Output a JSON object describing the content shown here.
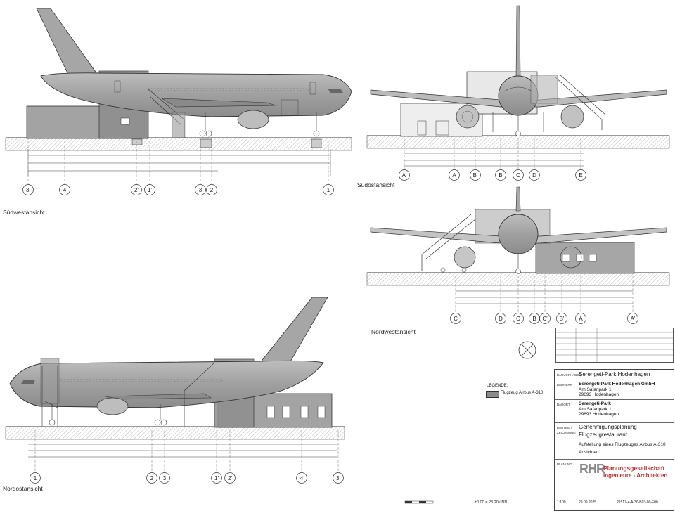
{
  "views": {
    "sw": "Südwestansicht",
    "so": "Südostansicht",
    "nw": "Nordwestansicht",
    "no": "Nordostansicht"
  },
  "legend": {
    "title": "LEGENDE:",
    "item": "Flugzeug Airbus A-310",
    "color": "#8b8b8b"
  },
  "axes": {
    "sw": [
      "3'",
      "4",
      "2'",
      "1'",
      "3",
      "2",
      "1"
    ],
    "so": [
      "A'",
      "A",
      "B'",
      "B",
      "C",
      "D",
      "E"
    ],
    "nw": [
      "C",
      "D",
      "C",
      "B",
      "C'",
      "B'",
      "A",
      "A'"
    ],
    "no": [
      "1",
      "2",
      "3",
      "1'",
      "2'",
      "4",
      "3'"
    ]
  },
  "title_block": {
    "bauvorhaben_key": "BAUVORHABEN",
    "bauvorhaben": "Serengeti-Park Hodenhagen",
    "bauherr_key": "BAUHERR",
    "bauherr_name": "Serengeti-Park Hodenhagen GmbH",
    "bauherr_street": "Am Safaripark 1",
    "bauherr_city": "29693 Hodenhagen",
    "bauort_key": "BAUORT",
    "bauort_name": "Serengeti-Park",
    "bauort_street": "Am Safaripark 1",
    "bauort_city": "29693 Hodenhagen",
    "bauteil_key": "BAUTEIL / ZEICHNUNG",
    "phase": "Genehmigungsplanung",
    "building": "Flugzeugrestaurant",
    "subject": "Aufstellung eines Flugzeuges Airbus A-310",
    "drawing": "Ansichten",
    "planung_key": "PLANUNG",
    "firm_logo": "RHR",
    "firm_line1": "Planungsgesellschaft",
    "firm_line2": "Ingenieure - Architekten",
    "scale": "1:100",
    "date": "29.09.2025",
    "number": "21517-4-A-30-B03-00-F00"
  },
  "scale_note": "±0.00 = 23.20 üNN",
  "colors": {
    "plane": "#9a9a9a",
    "plane_dark": "#7a7a7a",
    "building": "#a8a8a8",
    "ground": "#dcdcdc",
    "line": "#333333",
    "red": "#b33333"
  }
}
